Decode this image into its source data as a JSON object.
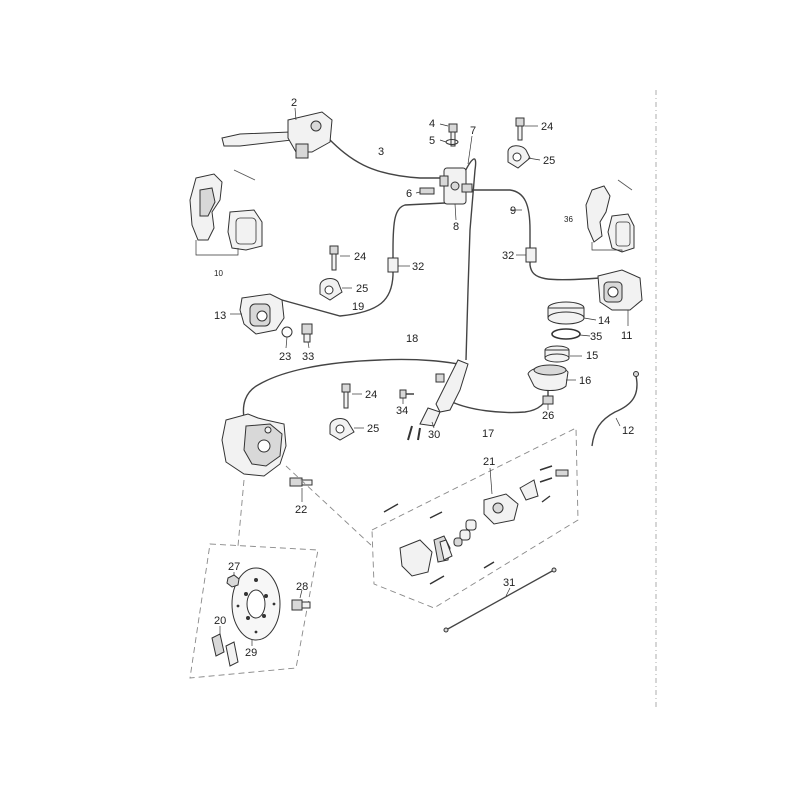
{
  "callouts": {
    "n2": "2",
    "n3": "3",
    "n4": "4",
    "n5": "5",
    "n6": "6",
    "n7": "7",
    "n8": "8",
    "n9": "9",
    "n10": "10",
    "n11": "11",
    "n12": "12",
    "n13": "13",
    "n14": "14",
    "n15": "15",
    "n16": "16",
    "n17": "17",
    "n18": "18",
    "n19": "19",
    "n20": "20",
    "n21": "21",
    "n22": "22",
    "n23": "23",
    "n24a": "24",
    "n24b": "24",
    "n24c": "24",
    "n25a": "25",
    "n25b": "25",
    "n25c": "25",
    "n26": "26",
    "n27": "27",
    "n28": "28",
    "n29": "29",
    "n30": "30",
    "n31": "31",
    "n32a": "32",
    "n32b": "32",
    "n33": "33",
    "n34": "34",
    "n35": "35",
    "n36": "36"
  }
}
